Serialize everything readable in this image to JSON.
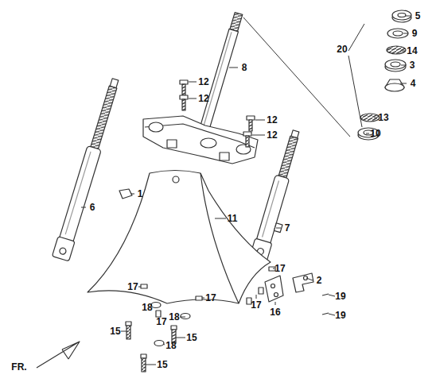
{
  "diagram": {
    "labels": [
      "5",
      "20",
      "9",
      "14",
      "3",
      "8",
      "4",
      "12",
      "12",
      "12",
      "12",
      "13",
      "10",
      "1",
      "6",
      "11",
      "7",
      "17",
      "17",
      "2",
      "17",
      "17",
      "16",
      "19",
      "19",
      "18",
      "17",
      "18",
      "15",
      "15",
      "18",
      "15",
      "FR."
    ]
  }
}
